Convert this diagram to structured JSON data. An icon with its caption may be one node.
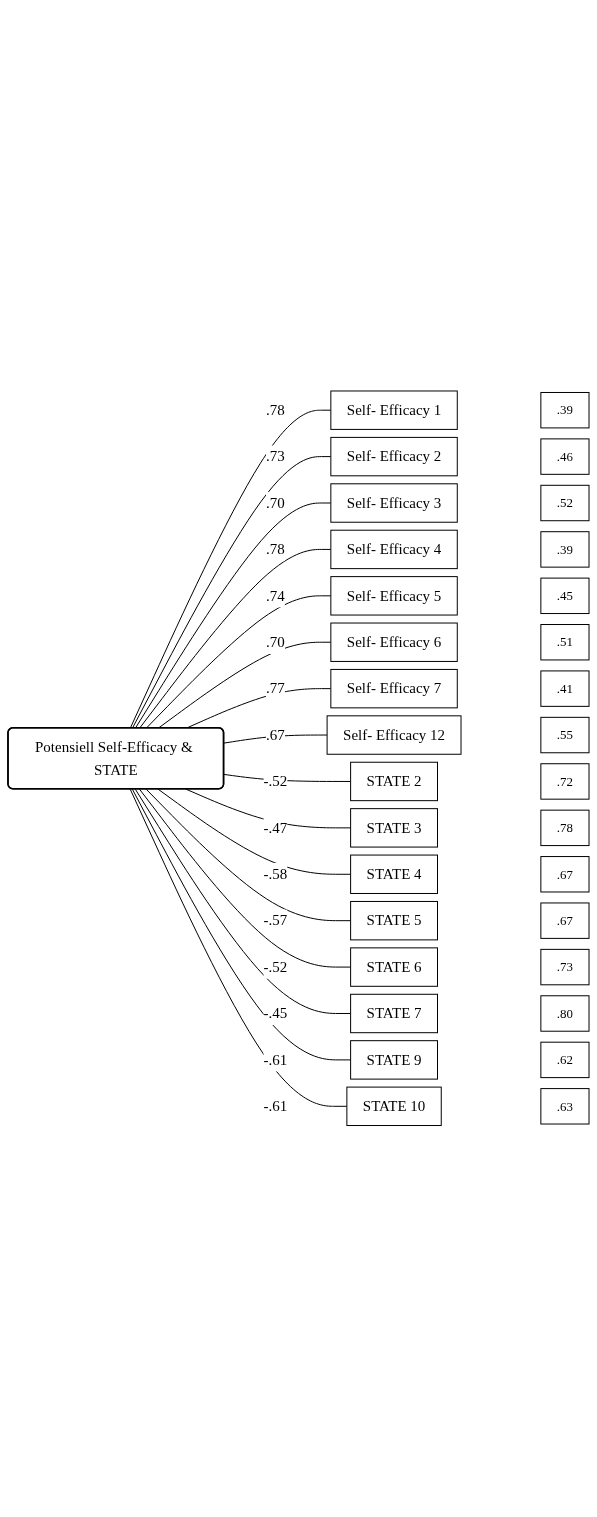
{
  "diagram": {
    "nodes": [
      {
        "text": [
          "Potensiell Self-Efficacy & STATE"
        ]
      },
      {
        "text": [
          "Self- Efficacy 1"
        ]
      },
      {
        "text": [
          ".39"
        ]
      },
      {
        "text": [
          "Self- Efficacy 2"
        ]
      },
      {
        "text": [
          ".46"
        ]
      },
      {
        "text": [
          "Self- Efficacy 3"
        ]
      },
      {
        "text": [
          ".52"
        ]
      },
      {
        "text": [
          "Self- Efficacy 4"
        ]
      },
      {
        "text": [
          ".39"
        ]
      },
      {
        "text": [
          "Self- Efficacy 5"
        ]
      },
      {
        "text": [
          ".45"
        ]
      },
      {
        "text": [
          "Self- Efficacy 6"
        ]
      },
      {
        "text": [
          ".51"
        ]
      },
      {
        "text": [
          "Self- Efficacy 7"
        ]
      },
      {
        "text": [
          ".41"
        ]
      },
      {
        "text": [
          "Self- Efficacy 12"
        ]
      },
      {
        "text": [
          ".55"
        ]
      },
      {
        "text": [
          "STATE 2"
        ]
      },
      {
        "text": [
          ".72"
        ]
      },
      {
        "text": [
          "STATE 3"
        ]
      },
      {
        "text": [
          ".78"
        ]
      },
      {
        "text": [
          "STATE 4"
        ]
      },
      {
        "text": [
          ".67"
        ]
      },
      {
        "text": [
          "STATE 5"
        ]
      },
      {
        "text": [
          ".67"
        ]
      },
      {
        "text": [
          "STATE 6"
        ]
      },
      {
        "text": [
          ".73"
        ]
      },
      {
        "text": [
          "STATE 7"
        ]
      },
      {
        "text": [
          ".80"
        ]
      },
      {
        "text": [
          "STATE 9"
        ]
      },
      {
        "text": [
          ".62"
        ]
      },
      {
        "text": [
          "STATE 10"
        ]
      },
      {
        "text": [
          ".63"
        ]
      }
    ],
    "edges": [
      {
        "from": 0,
        "to": 1,
        "arrow": "none",
        "label": ".78"
      },
      {
        "from": 0,
        "to": 3,
        "arrow": "none",
        "label": ".73"
      },
      {
        "from": 0,
        "to": 5,
        "arrow": "none",
        "label": ".70"
      },
      {
        "from": 0,
        "to": 7,
        "arrow": "none",
        "label": ".78"
      },
      {
        "from": 0,
        "to": 9,
        "arrow": "none",
        "label": ".74"
      },
      {
        "from": 0,
        "to": 11,
        "arrow": "none",
        "label": ".70"
      },
      {
        "from": 0,
        "to": 13,
        "arrow": "none",
        "label": ".77"
      },
      {
        "from": 0,
        "to": 15,
        "arrow": "none",
        "label": ".67"
      },
      {
        "from": 0,
        "to": 17,
        "arrow": "none",
        "label": "-.52"
      },
      {
        "from": 0,
        "to": 19,
        "arrow": "none",
        "label": "-.47"
      },
      {
        "from": 0,
        "to": 21,
        "arrow": "none",
        "label": "-.58"
      },
      {
        "from": 0,
        "to": 23,
        "arrow": "none",
        "label": "-.57"
      },
      {
        "from": 0,
        "to": 25,
        "arrow": "none",
        "label": "-.52"
      },
      {
        "from": 0,
        "to": 27,
        "arrow": "none",
        "label": "-.45"
      },
      {
        "from": 0,
        "to": 29,
        "arrow": "none",
        "label": "-.61"
      },
      {
        "from": 0,
        "to": 31,
        "arrow": "none",
        "label": "-.61"
      }
    ]
  }
}
